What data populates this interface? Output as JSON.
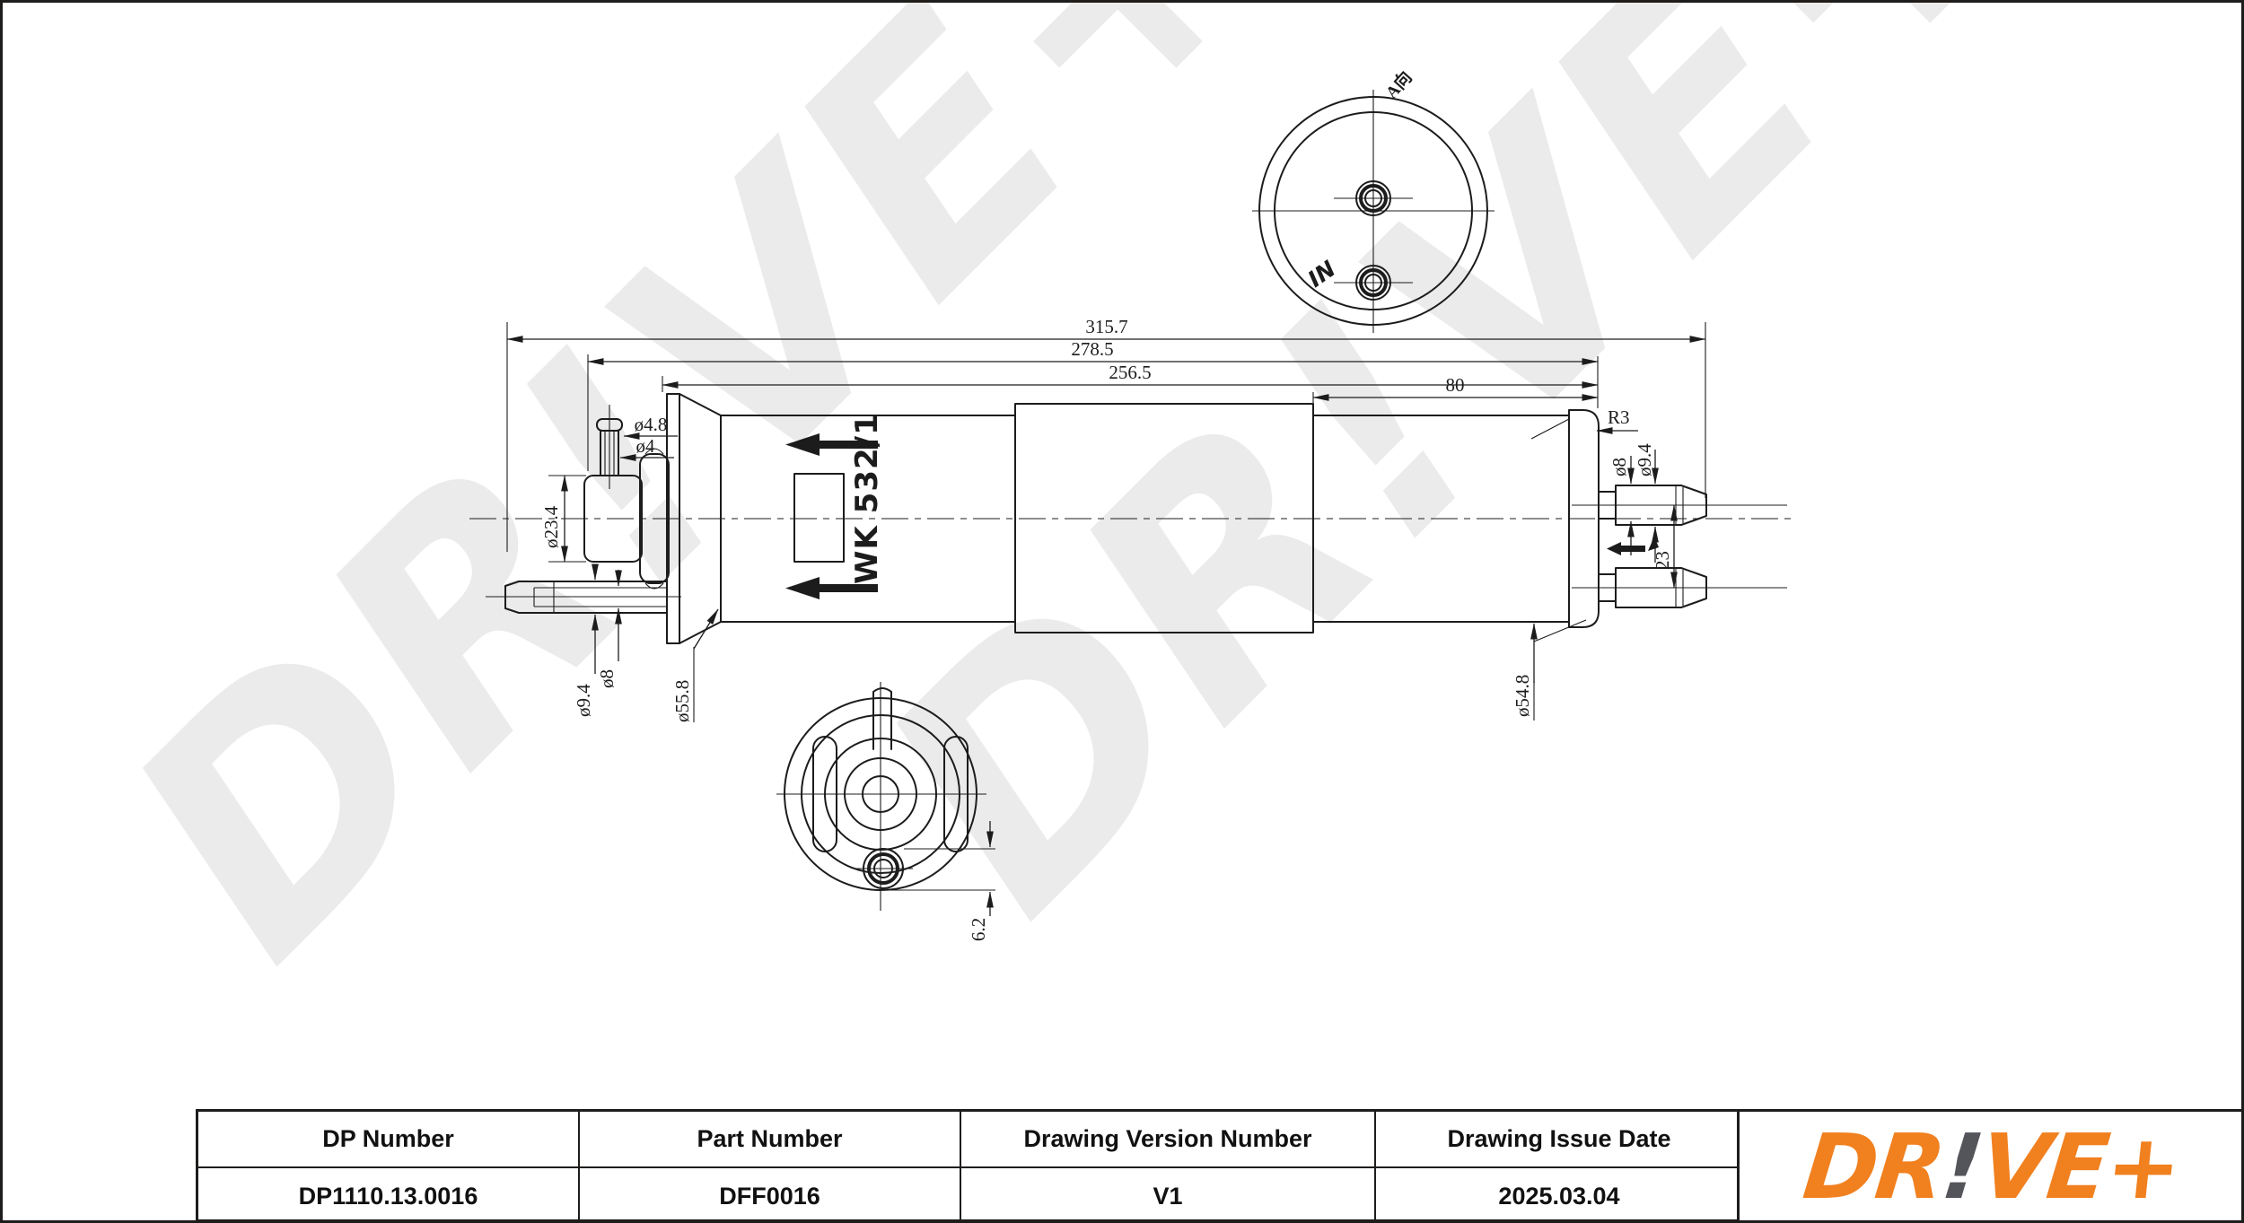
{
  "watermark": {
    "text": "DR!VE+",
    "color": "#ebebeb"
  },
  "drawing_line_color": "#1c1c1c",
  "views": {
    "top_view": {
      "view_label": "A向",
      "port_label": "IN"
    },
    "side_view": {
      "marking": "WK 532/1",
      "dims": {
        "overall_length": "315.7",
        "length_to_block": "278.5",
        "length_to_plate": "256.5",
        "right_section_length": "80",
        "top_port_od": "ø4.8",
        "top_port_id": "ø4",
        "left_block_od": "ø23.4",
        "left_port_od": "ø9.4",
        "left_port_id": "ø8",
        "plate_od": "ø55.8",
        "cap_corner_radius": "R3",
        "right_port_id": "ø8",
        "right_port_od": "ø9.4",
        "right_port_spacing": "23",
        "body_od": "ø54.8"
      }
    },
    "bottom_view": {
      "dims": {
        "port_offset": "6.2"
      }
    }
  },
  "title_block": {
    "headers": [
      "DP Number",
      "Part Number",
      "Drawing Version Number",
      "Drawing Issue Date"
    ],
    "values": [
      "DP1110.13.0016",
      "DFF0016",
      "V1",
      "2025.03.04"
    ]
  },
  "logo": {
    "prefix": "DR",
    "bang": "!",
    "suffix": "VE+",
    "orange": "#f1801f",
    "dark": "#54555a"
  }
}
